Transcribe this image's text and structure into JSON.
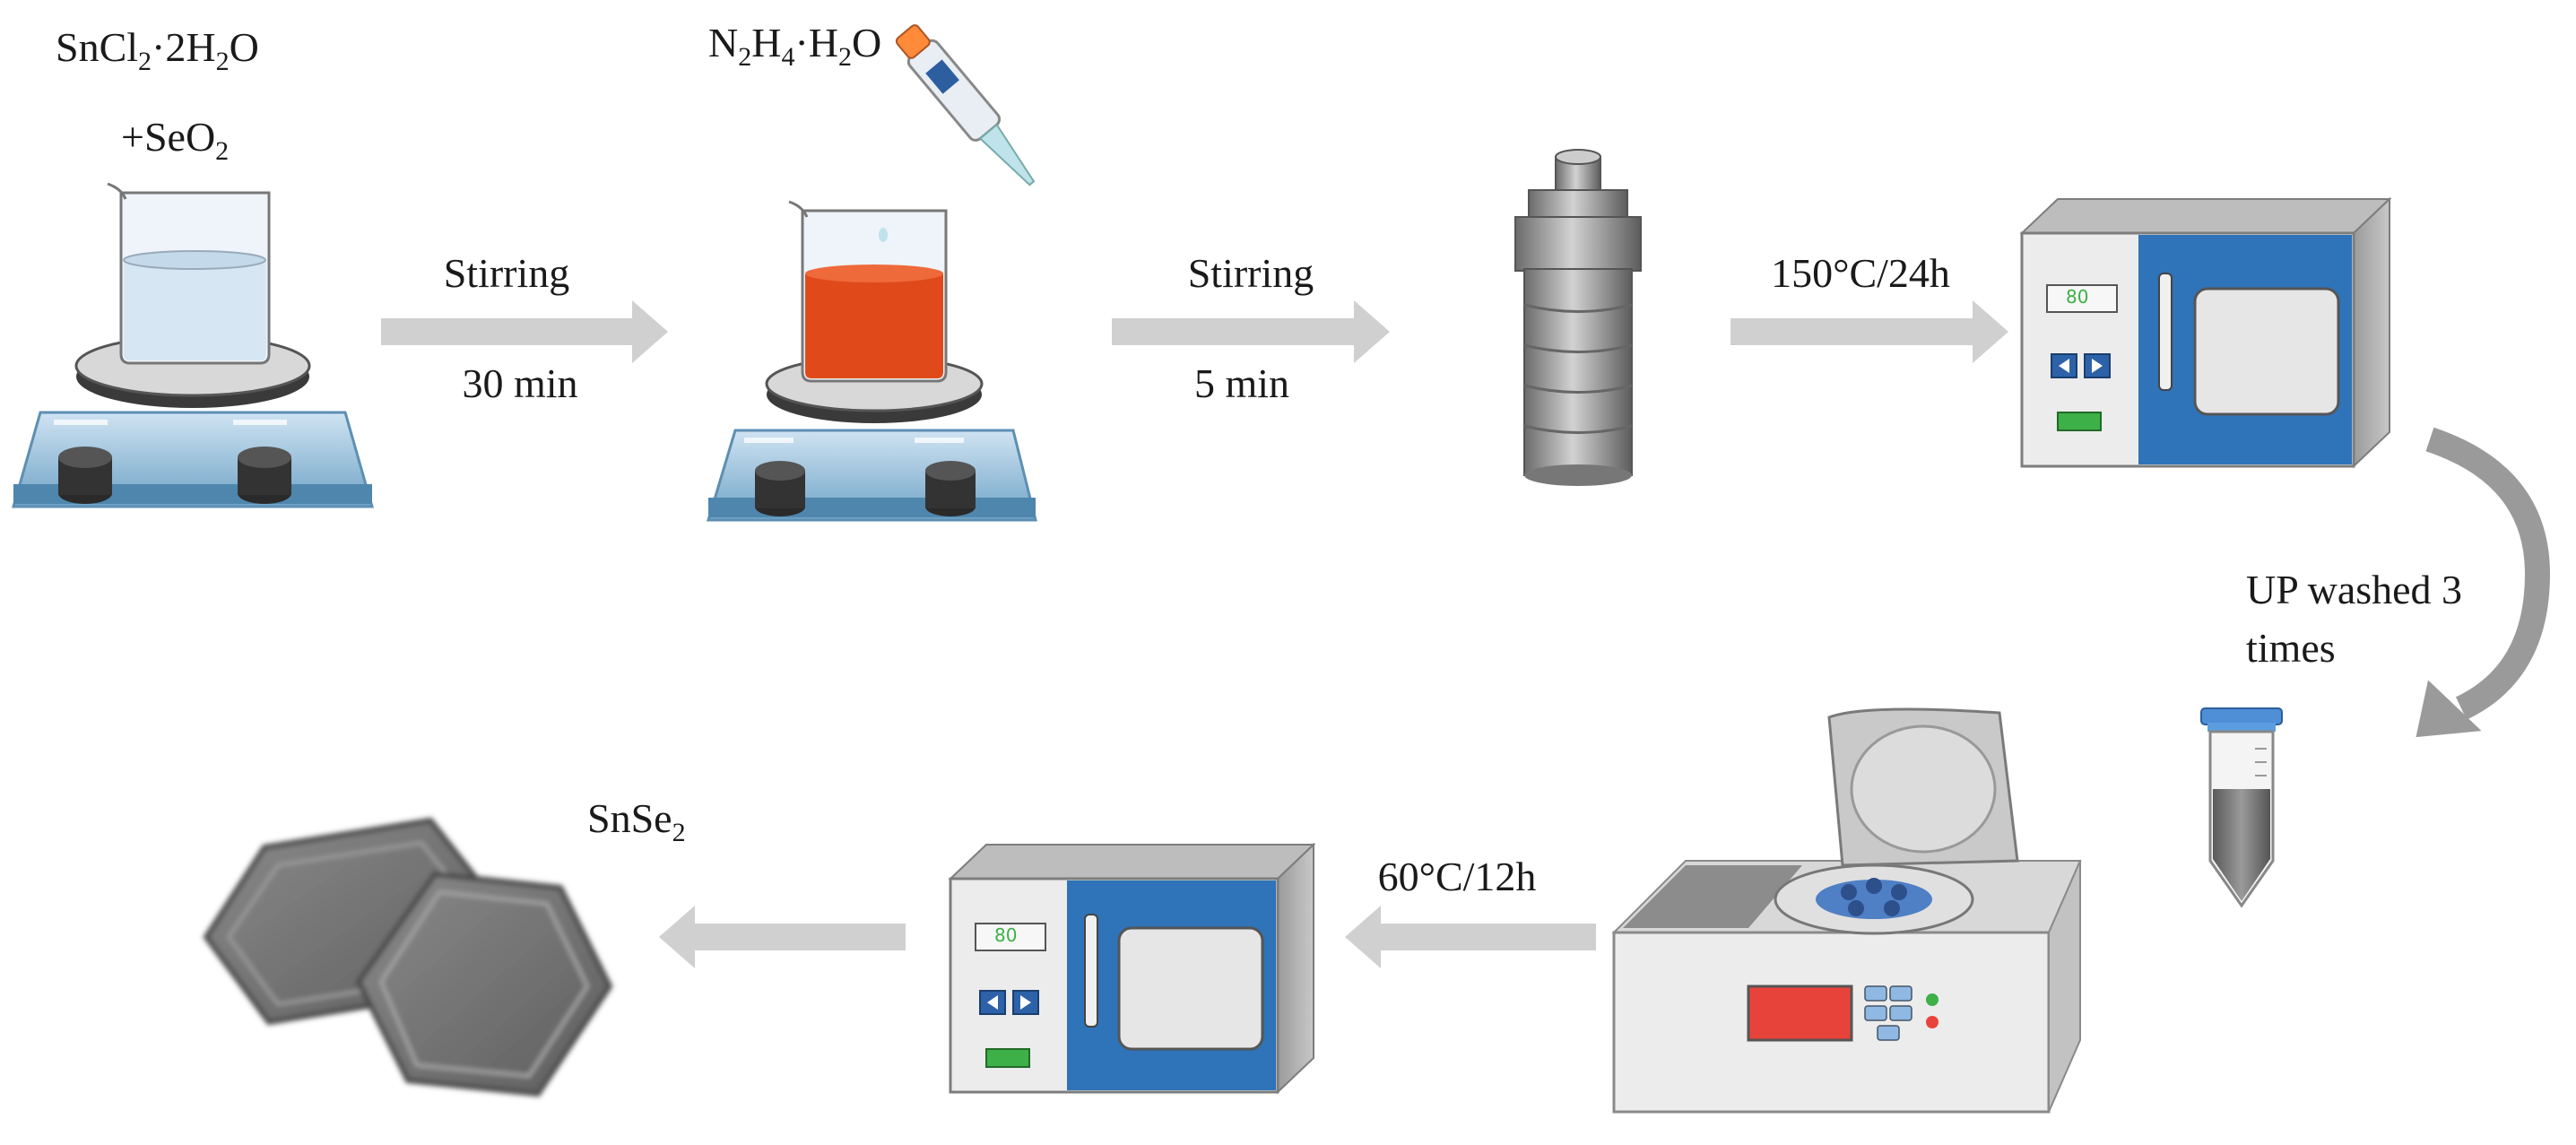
{
  "reagents": {
    "first": {
      "sn": "SnCl",
      "sub2": "2",
      "mid": "·2H",
      "sub3": "2",
      "end": "O"
    },
    "second": {
      "prefix": "+SeO",
      "sub": "2"
    },
    "reductant": {
      "n": "N",
      "sub1": "2",
      "h": "H",
      "sub2": "4",
      "mid": "·H",
      "sub3": "2",
      "end": "O"
    }
  },
  "steps": {
    "step1_top": "Stirring",
    "step1_bottom": "30 min",
    "step2_top": "Stirring",
    "step2_bottom": "5 min",
    "step3": "150°C/24h",
    "step4_line1": "UP washed 3",
    "step4_line2": "times",
    "step5": "60°C/12h"
  },
  "product": {
    "prefix": "SnSe",
    "sub": "2"
  },
  "oven_display": "80",
  "colors": {
    "arrow": "#d0d0d0",
    "oven_blue": "#2f73b9",
    "solution_red": "#e04a1a",
    "solution_clear": "#d6e6f3",
    "centrifuge_display": "#e8433a"
  }
}
